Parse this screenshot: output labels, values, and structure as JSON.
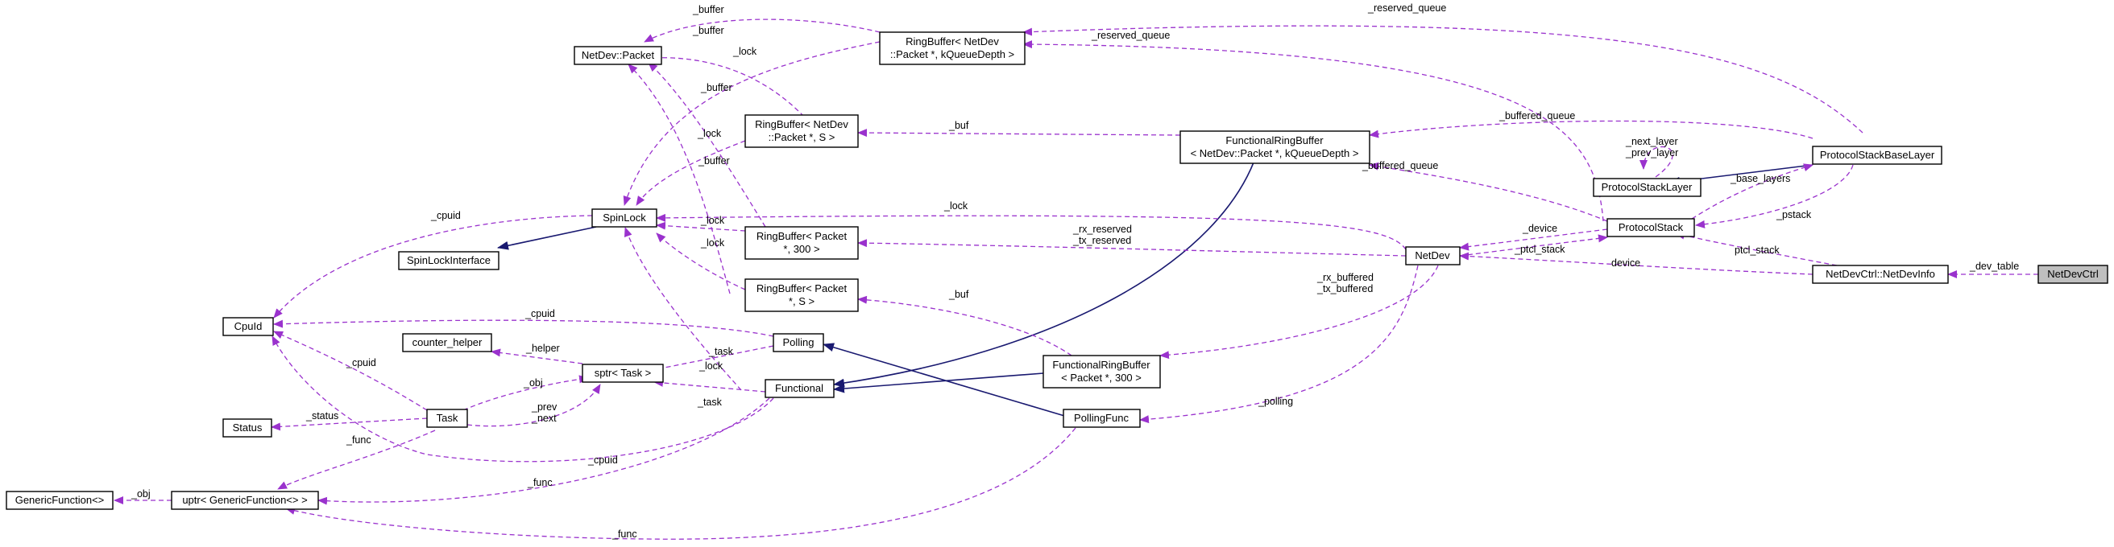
{
  "colors": {
    "usage_edge": "#9a32cd",
    "inheritance_edge": "#191970",
    "root_fill": "#bfbfbf",
    "node_fill": "#ffffff"
  },
  "nodes": [
    {
      "id": "netdevpacket",
      "lines": [
        "NetDev::Packet"
      ],
      "root": false
    },
    {
      "id": "rb_netdev_kq",
      "lines": [
        "RingBuffer< NetDev",
        "::Packet *, kQueueDepth >"
      ],
      "root": false
    },
    {
      "id": "rb_netdev_s",
      "lines": [
        "RingBuffer< NetDev",
        "::Packet *, S >"
      ],
      "root": false
    },
    {
      "id": "frb_netdev_kq",
      "lines": [
        "FunctionalRingBuffer",
        "< NetDev::Packet *, kQueueDepth >"
      ],
      "root": false
    },
    {
      "id": "protocolstackbaselayer",
      "lines": [
        "ProtocolStackBaseLayer"
      ],
      "root": false
    },
    {
      "id": "protocolstacklayer",
      "lines": [
        "ProtocolStackLayer"
      ],
      "root": false
    },
    {
      "id": "spinlock",
      "lines": [
        "SpinLock"
      ],
      "root": false
    },
    {
      "id": "spinlockinterface",
      "lines": [
        "SpinLockInterface"
      ],
      "root": false
    },
    {
      "id": "rb_packet_300",
      "lines": [
        "RingBuffer< Packet",
        " *, 300 >"
      ],
      "root": false
    },
    {
      "id": "rb_packet_s",
      "lines": [
        "RingBuffer< Packet",
        " *, S >"
      ],
      "root": false
    },
    {
      "id": "protocolstack",
      "lines": [
        "ProtocolStack"
      ],
      "root": false
    },
    {
      "id": "netdev",
      "lines": [
        "NetDev"
      ],
      "root": false
    },
    {
      "id": "netdevinfo",
      "lines": [
        "NetDevCtrl::NetDevInfo"
      ],
      "root": false
    },
    {
      "id": "netdevctrl",
      "lines": [
        "NetDevCtrl"
      ],
      "root": true
    },
    {
      "id": "cpuid",
      "lines": [
        "CpuId"
      ],
      "root": false
    },
    {
      "id": "counter_helper",
      "lines": [
        "counter_helper"
      ],
      "root": false
    },
    {
      "id": "sptr_task",
      "lines": [
        "sptr< Task >"
      ],
      "root": false
    },
    {
      "id": "polling",
      "lines": [
        "Polling"
      ],
      "root": false
    },
    {
      "id": "frb_packet_300",
      "lines": [
        "FunctionalRingBuffer",
        "< Packet *, 300 >"
      ],
      "root": false
    },
    {
      "id": "status",
      "lines": [
        "Status"
      ],
      "root": false
    },
    {
      "id": "task",
      "lines": [
        "Task"
      ],
      "root": false
    },
    {
      "id": "functional",
      "lines": [
        "Functional"
      ],
      "root": false
    },
    {
      "id": "pollingfunc",
      "lines": [
        "PollingFunc"
      ],
      "root": false
    },
    {
      "id": "genericfunction",
      "lines": [
        "GenericFunction<>"
      ],
      "root": false
    },
    {
      "id": "uptr_genericfunction",
      "lines": [
        "uptr< GenericFunction<> >"
      ],
      "root": false
    }
  ],
  "edge_labels": [
    {
      "id": "l_buffer_1",
      "text": "_buffer"
    },
    {
      "id": "l_buffer_2",
      "text": "_buffer"
    },
    {
      "id": "l_buffer_3",
      "text": "_buffer"
    },
    {
      "id": "l_buffer_4",
      "text": "_buffer"
    },
    {
      "id": "l_lock_1",
      "text": "_lock"
    },
    {
      "id": "l_lock_2",
      "text": "_lock"
    },
    {
      "id": "l_lock_3",
      "text": "_lock"
    },
    {
      "id": "l_lock_4",
      "text": "_lock"
    },
    {
      "id": "l_lock_5",
      "text": "_lock"
    },
    {
      "id": "l_lock_6",
      "text": "_lock"
    },
    {
      "id": "l_reserved_queue_1",
      "text": "_reserved_queue"
    },
    {
      "id": "l_reserved_queue_2",
      "text": "_reserved_queue"
    },
    {
      "id": "l_buf_1",
      "text": "_buf"
    },
    {
      "id": "l_buf_2",
      "text": "_buf"
    },
    {
      "id": "l_buffered_queue_1",
      "text": "_buffered_queue"
    },
    {
      "id": "l_buffered_queue_2",
      "text": "_buffered_queue"
    },
    {
      "id": "l_next_layer",
      "text": "_next_layer"
    },
    {
      "id": "l_prev_layer",
      "text": "_prev_layer"
    },
    {
      "id": "l_base_layers",
      "text": "_base_layers"
    },
    {
      "id": "l_pstack",
      "text": "_pstack"
    },
    {
      "id": "l_device_1",
      "text": "_device"
    },
    {
      "id": "l_ptcl_stack_1",
      "text": "_ptcl_stack"
    },
    {
      "id": "l_device_2",
      "text": "device"
    },
    {
      "id": "l_ptcl_stack_2",
      "text": "ptcl_stack"
    },
    {
      "id": "l_dev_table",
      "text": "_dev_table"
    },
    {
      "id": "l_rx_reserved",
      "text": "_rx_reserved"
    },
    {
      "id": "l_tx_reserved",
      "text": "_tx_reserved"
    },
    {
      "id": "l_rx_buffered",
      "text": "_rx_buffered"
    },
    {
      "id": "l_tx_buffered",
      "text": "_tx_buffered"
    },
    {
      "id": "l_polling",
      "text": "_polling"
    },
    {
      "id": "l_cpuid_1",
      "text": "_cpuid"
    },
    {
      "id": "l_cpuid_2",
      "text": "_cpuid"
    },
    {
      "id": "l_cpuid_3",
      "text": "_cpuid"
    },
    {
      "id": "l_cpuid_4",
      "text": "_cpuid"
    },
    {
      "id": "l_helper",
      "text": "_helper"
    },
    {
      "id": "l_task_1",
      "text": "_task"
    },
    {
      "id": "l_task_2",
      "text": "_task"
    },
    {
      "id": "l_obj_1",
      "text": "_obj"
    },
    {
      "id": "l_obj_2",
      "text": "_obj"
    },
    {
      "id": "l_prev",
      "text": "_prev"
    },
    {
      "id": "l_next",
      "text": "_next"
    },
    {
      "id": "l_status",
      "text": "_status"
    },
    {
      "id": "l_func_1",
      "text": "_func"
    },
    {
      "id": "l_func_2",
      "text": "_func"
    },
    {
      "id": "l_func_3",
      "text": "_func"
    }
  ]
}
